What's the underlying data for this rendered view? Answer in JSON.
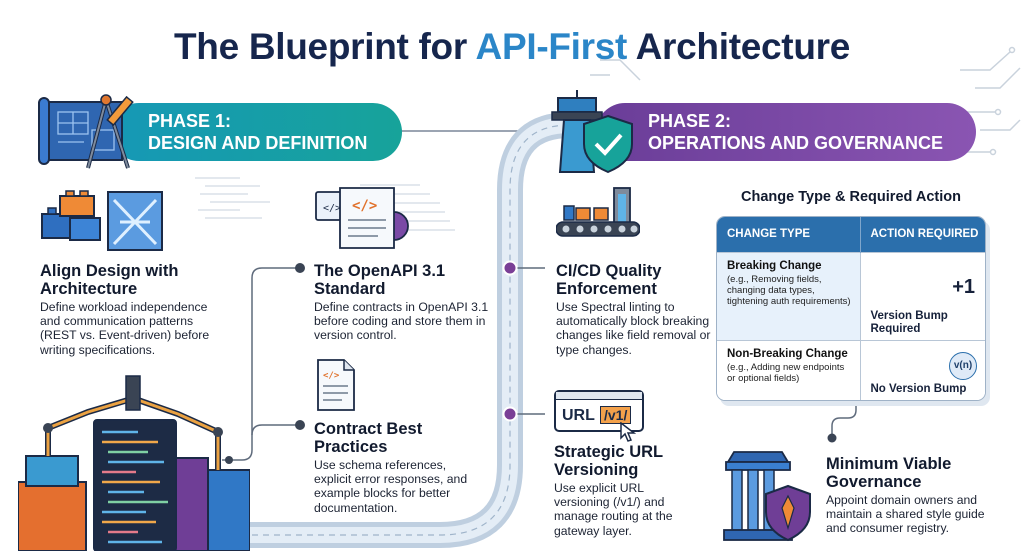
{
  "title": {
    "part1": "The Blueprint for ",
    "accent": "API-First",
    "part2": " Architecture"
  },
  "phase1": {
    "line1": "PHASE 1:",
    "line2": "DESIGN AND DEFINITION"
  },
  "phase2": {
    "line1": "PHASE 2:",
    "line2": "OPERATIONS AND GOVERNANCE"
  },
  "align": {
    "title": "Align Design with Architecture",
    "text": "Define workload independence and communication patterns (REST vs. Event-driven) before writing specifications."
  },
  "openapi": {
    "title": "The OpenAPI 3.1 Standard",
    "text": "Define contracts in OpenAPI 3.1 before coding and store them in version control."
  },
  "contract": {
    "title": "Contract Best Practices",
    "text": "Use schema references, explicit error responses, and example blocks for better documentation."
  },
  "cicd": {
    "title": "CI/CD Quality Enforcement",
    "text": "Use Spectral linting to automatically block breaking changes like field removal or type changes."
  },
  "url": {
    "title": "Strategic URL Versioning",
    "text": "Use explicit URL versioning (/v1/) and manage routing at the gateway layer.",
    "icon_text": "URL",
    "icon_version": "/v1/"
  },
  "table": {
    "caption": "Change Type & Required Action",
    "headers": [
      "CHANGE TYPE",
      "ACTION REQUIRED"
    ],
    "rows": [
      {
        "type": "Breaking Change",
        "detail": "(e.g., Removing fields, changing data types, tightening auth requirements)",
        "action": "Version Bump Required",
        "badge": "+1"
      },
      {
        "type": "Non-Breaking Change",
        "detail": "(e.g., Adding new endpoints or optional fields)",
        "action": "No Version Bump",
        "badge": "v(n)"
      }
    ]
  },
  "governance": {
    "title": "Minimum Viable Governance",
    "text": "Appoint domain owners and maintain a shared style guide and consumer registry."
  },
  "colors": {
    "navy": "#16264d",
    "accent_blue": "#2b86c8",
    "phase1": "#1698b6",
    "phase2": "#6a3d98",
    "table_header": "#2b6fac"
  }
}
